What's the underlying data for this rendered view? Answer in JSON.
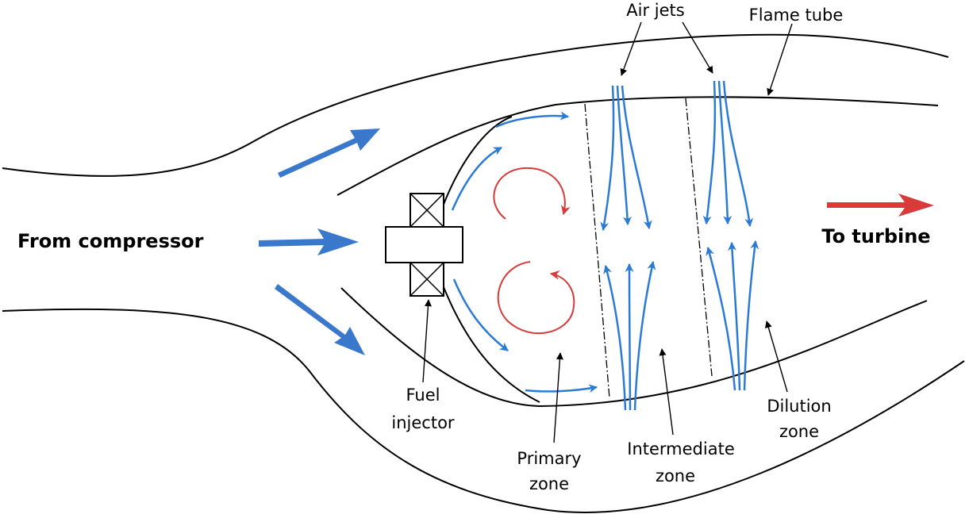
{
  "labels": {
    "air_jets": "Air jets",
    "flame_tube": "Flame tube",
    "from_compressor": "From compressor",
    "to_turbine": "To turbine",
    "fuel_injector_line1": "Fuel",
    "fuel_injector_line2": "injector",
    "primary_zone_line1": "Primary",
    "primary_zone_line2": "zone",
    "intermediate_zone_line1": "Intermediate",
    "intermediate_zone_line2": "zone",
    "dilution_zone_line1": "Dilution",
    "dilution_zone_line2": "zone"
  },
  "colors": {
    "air_flow": "#2b7bd6",
    "compressor_arrow": "#3a78cc",
    "hot_gas": "#d93a3a",
    "outline": "#000000"
  }
}
